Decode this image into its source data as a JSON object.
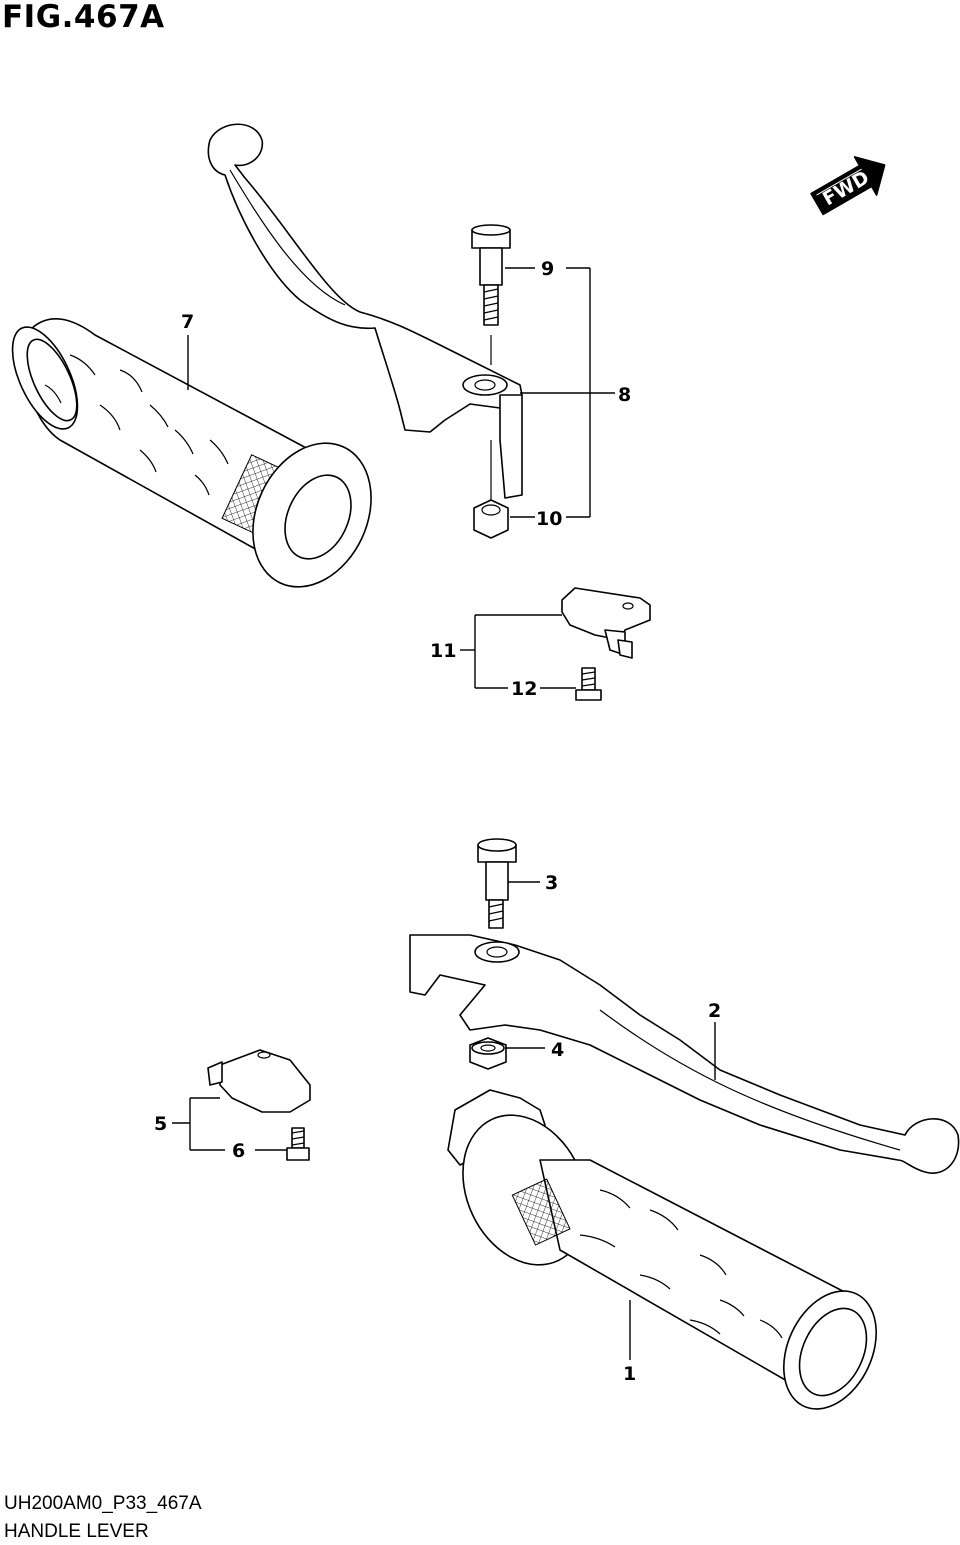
{
  "figure": {
    "title": "FIG.467A",
    "code": "UH200AM0_P33_467A",
    "name": "HANDLE LEVER"
  },
  "direction_badge": "FWD",
  "callouts": [
    {
      "id": "1"
    },
    {
      "id": "2"
    },
    {
      "id": "3"
    },
    {
      "id": "4"
    },
    {
      "id": "5"
    },
    {
      "id": "6"
    },
    {
      "id": "7"
    },
    {
      "id": "8"
    },
    {
      "id": "9"
    },
    {
      "id": "10"
    },
    {
      "id": "11"
    },
    {
      "id": "12"
    }
  ]
}
